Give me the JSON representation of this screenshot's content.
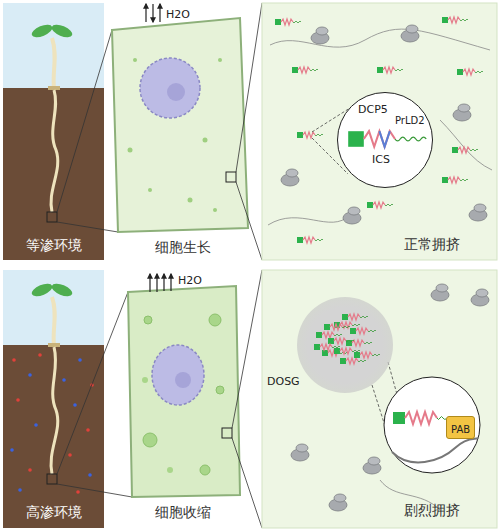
{
  "diagram": {
    "nodes": [
      {
        "text": [
          "等渗环境"
        ]
      },
      {
        "text": [
          "细胞生长"
        ]
      },
      {
        "text": [
          "正常拥挤"
        ]
      },
      {
        "text": [
          "DCP5",
          "ICS",
          "PrLD2"
        ],
        "in": 2
      },
      {
        "text": [
          "高渗环境"
        ]
      },
      {
        "text": [
          "细胞收缩"
        ]
      },
      {
        "text": [
          "剧烈拥挤"
        ]
      },
      {
        "text": [
          "DOSG"
        ],
        "in": 6
      },
      {
        "text": [
          "PAB"
        ],
        "in": 6
      }
    ],
    "labels": [
      "H2O",
      "H2O"
    ]
  }
}
